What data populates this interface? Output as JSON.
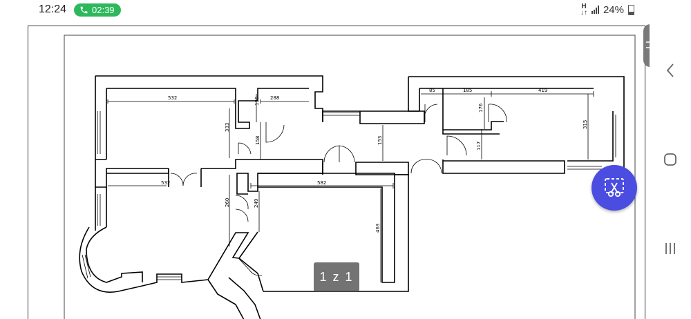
{
  "status": {
    "time": "12:24",
    "call_timer": "02:39",
    "network_type": "H",
    "battery": "24%"
  },
  "document": {
    "page_indicator": "1 z 1",
    "dimensions": {
      "top_left_width": "532",
      "top_small_width": "288",
      "small_height_a": "136",
      "left_room_height": "333",
      "door_height": "158",
      "corridor_height": "153",
      "top_right_a": "85",
      "top_right_b": "185",
      "top_right_c": "419",
      "right_height_small": "176",
      "right_room_height": "315",
      "right_corridor_height": "117",
      "middle_left_width": "532",
      "middle_width": "582",
      "lower_left_height": "260",
      "lower_small_height": "249",
      "lower_room_height": "463"
    }
  },
  "icons": {
    "call": "phone-icon",
    "capture": "screenshot-scissor-icon",
    "back": "back-icon",
    "home": "home-icon",
    "recents": "recents-icon"
  },
  "colors": {
    "call_pill": "#2eb85c",
    "capture_button": "#4a4de0"
  }
}
